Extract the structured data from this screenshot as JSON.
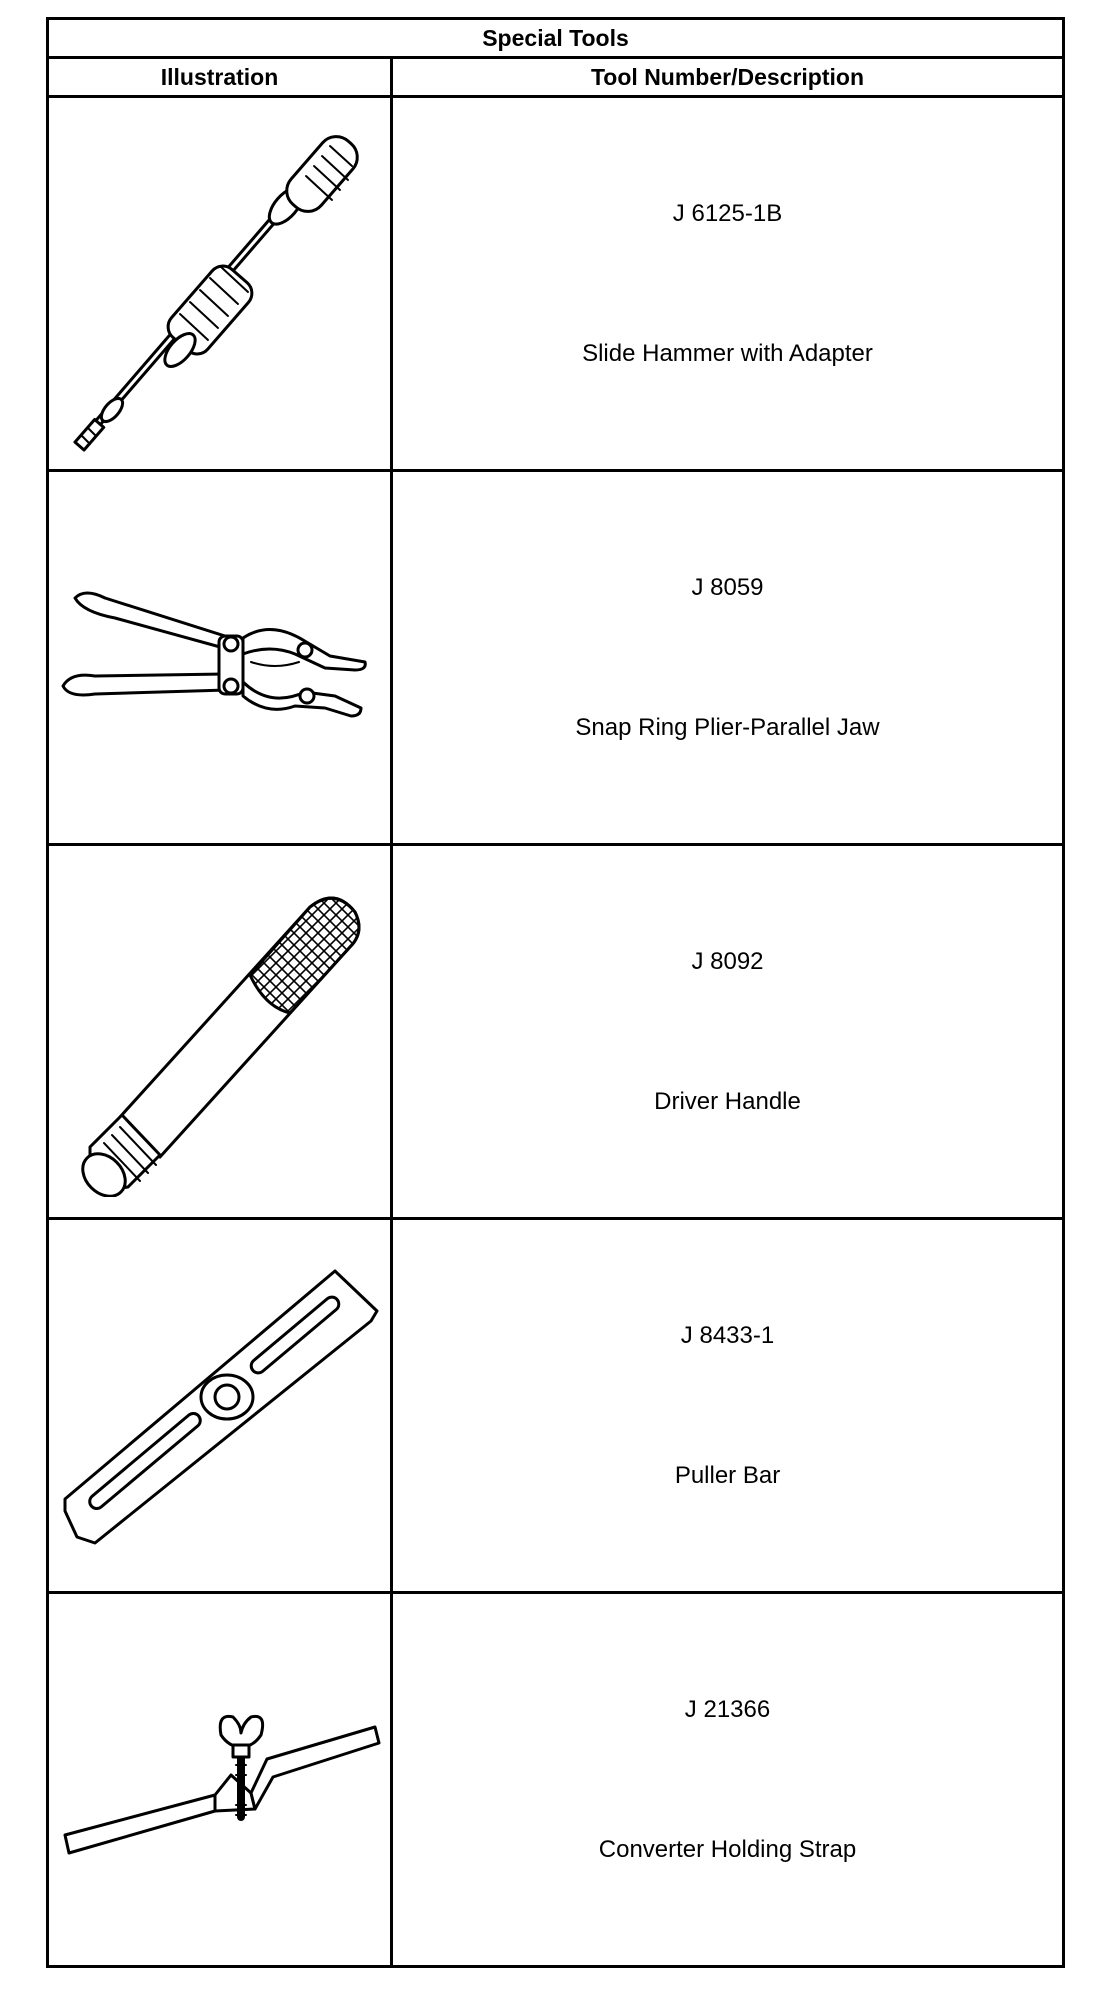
{
  "table": {
    "title": "Special Tools",
    "headers": {
      "illustration": "Illustration",
      "description": "Tool Number/Description"
    },
    "rows": [
      {
        "number": "J 6125-1B",
        "description": "Slide Hammer with Adapter",
        "icon": "slide-hammer-icon"
      },
      {
        "number": "J 8059",
        "description": "Snap Ring Plier-Parallel Jaw",
        "icon": "snap-ring-plier-icon"
      },
      {
        "number": "J 8092",
        "description": "Driver Handle",
        "icon": "driver-handle-icon"
      },
      {
        "number": "J 8433-1",
        "description": "Puller Bar",
        "icon": "puller-bar-icon"
      },
      {
        "number": "J 21366",
        "description": "Converter Holding Strap",
        "icon": "holding-strap-icon"
      }
    ]
  }
}
